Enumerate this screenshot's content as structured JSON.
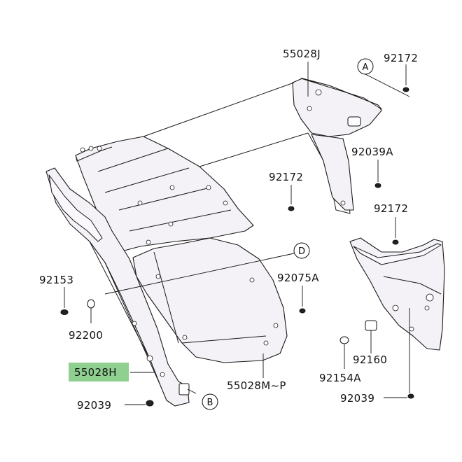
{
  "labels": {
    "p55028J": "55028J",
    "p92172_top": "92172",
    "p92039A": "92039A",
    "p92172_mid": "92172",
    "p92172_right": "92172",
    "p92075A": "92075A",
    "p92153": "92153",
    "p92200": "92200",
    "p55028H": "55028H",
    "p55028MP": "55028M~P",
    "p92039_left": "92039",
    "p92160": "92160",
    "p92154A": "92154A",
    "p92039_right": "92039"
  },
  "callouts": {
    "A": "A",
    "B": "B",
    "D": "D"
  },
  "highlight_color": "#8fcf8f"
}
